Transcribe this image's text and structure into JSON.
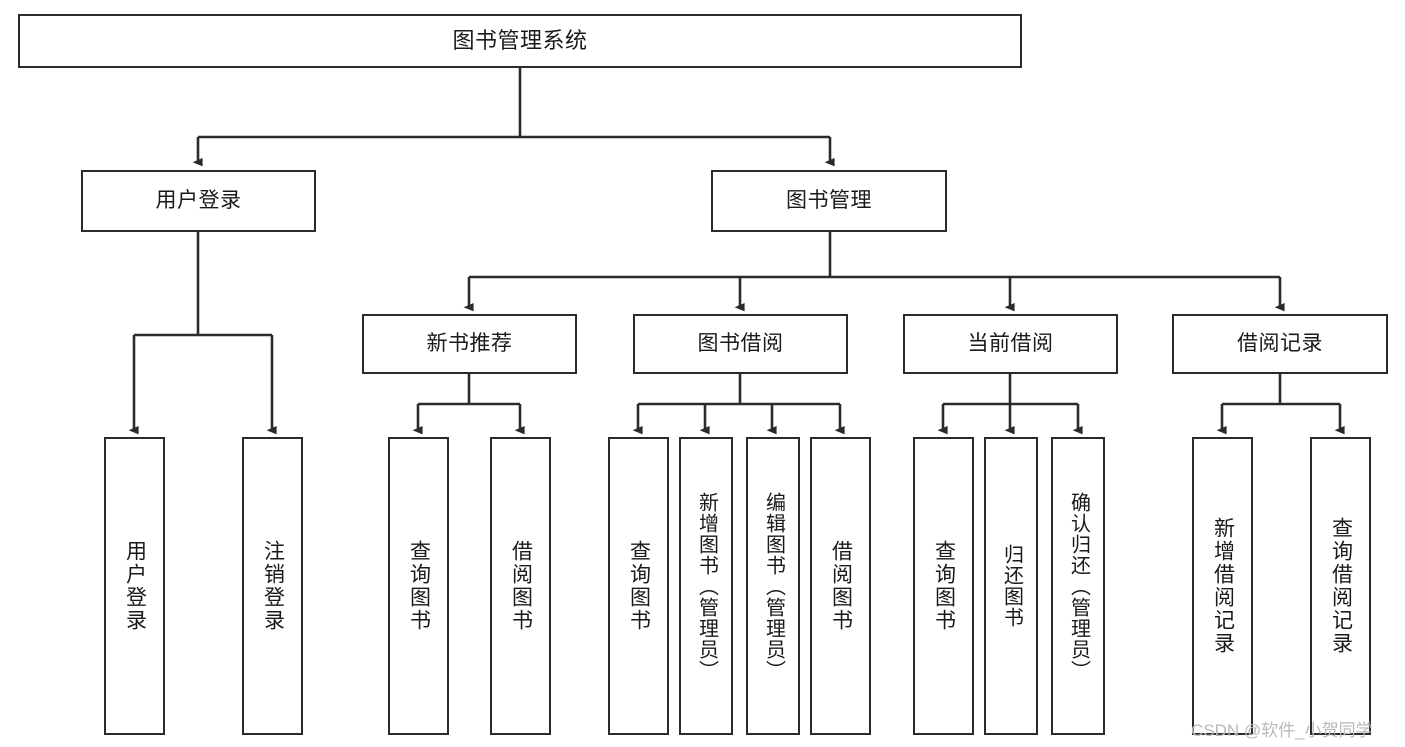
{
  "diagram": {
    "title": "图书管理系统",
    "type": "tree-hierarchy",
    "watermark": "CSDN @软件_小贺同学",
    "colors": {
      "background": "#ffffff",
      "box_border": "#2b2b2b",
      "box_fill": "#ffffff",
      "text": "#1a1a1a",
      "connector": "#2b2b2b",
      "watermark": "#b9b9b9"
    },
    "levels": {
      "root": "图书管理系统",
      "level2": [
        "用户登录",
        "图书管理"
      ],
      "level3": [
        "新书推荐",
        "图书借阅",
        "当前借阅",
        "借阅记录"
      ]
    },
    "nodes": {
      "root": {
        "label": "图书管理系统"
      },
      "user_login": {
        "label": "用户登录"
      },
      "book_manage": {
        "label": "图书管理"
      },
      "new_book_rec": {
        "label": "新书推荐"
      },
      "book_borrow": {
        "label": "图书借阅"
      },
      "current_borrow": {
        "label": "当前借阅"
      },
      "borrow_record": {
        "label": "借阅记录"
      },
      "leaf_user_login": {
        "label": "用户登录"
      },
      "leaf_logout": {
        "label": "注销登录"
      },
      "leaf_query_book_1": {
        "label": "查询图书"
      },
      "leaf_borrow_book_1": {
        "label": "借阅图书"
      },
      "leaf_query_book_2": {
        "label": "查询图书"
      },
      "leaf_add_book": {
        "label": "新增图书（管理员）"
      },
      "leaf_edit_book": {
        "label": "编辑图书（管理员）"
      },
      "leaf_borrow_book_2": {
        "label": "借阅图书"
      },
      "leaf_query_book_3": {
        "label": "查询图书"
      },
      "leaf_return_book": {
        "label": "归还图书"
      },
      "leaf_confirm_return": {
        "label": "确认归还（管理员）"
      },
      "leaf_add_record": {
        "label": "新增借阅记录"
      },
      "leaf_query_record": {
        "label": "查询借阅记录"
      }
    }
  }
}
